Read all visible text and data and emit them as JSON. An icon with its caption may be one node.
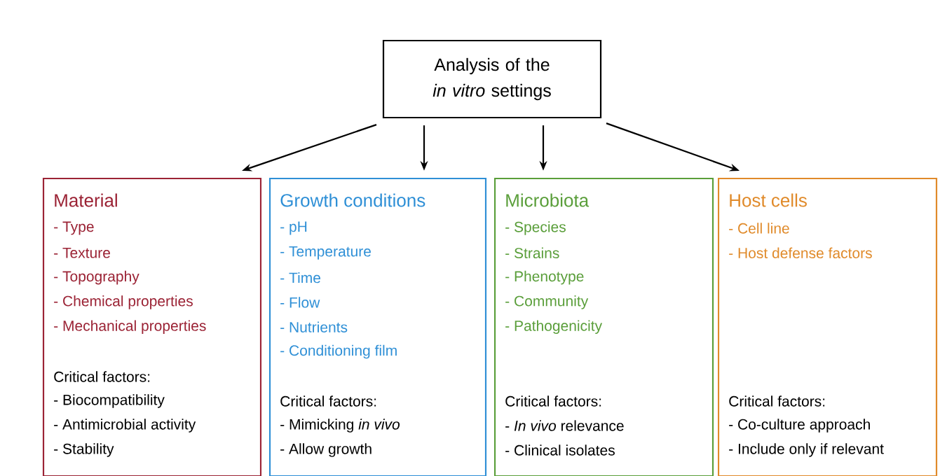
{
  "diagram": {
    "nodes": [
      {
        "text": [
          "Analysis of the *in vitro* settings"
        ]
      },
      {
        "text": [
          "Material",
          "- Type",
          "- Texture",
          "- Topography",
          "- Chemical properties",
          "- Mechanical properties",
          "Critical factors:",
          "- Biocompatibility",
          "- Antimicrobial activity",
          "- Stability"
        ]
      },
      {
        "text": [
          "Growth conditions",
          "- pH",
          "- Temperature",
          "- Time",
          "- Flow",
          "- Nutrients",
          "- Conditioning film",
          "Critical factors:",
          "- Mimicking *in vivo*",
          "- Allow growth"
        ]
      },
      {
        "text": [
          "Microbiota",
          "- Species",
          "- Strains",
          "- Phenotype",
          "- Community",
          "- Pathogenicity",
          "Critical factors:",
          "- *In vivo* relevance",
          "- Clinical isolates"
        ]
      },
      {
        "text": [
          "Host cells",
          "- Cell line",
          "- Host defense factors",
          "Critical factors:",
          "- Co-culture approach",
          "- Include only if relevant"
        ]
      }
    ],
    "edges": [
      {
        "from": 0,
        "to": 1,
        "arrow": "to"
      },
      {
        "from": 0,
        "to": 2,
        "arrow": "to"
      },
      {
        "from": 0,
        "to": 3,
        "arrow": "to"
      },
      {
        "from": 0,
        "to": 4,
        "arrow": "to"
      }
    ]
  }
}
